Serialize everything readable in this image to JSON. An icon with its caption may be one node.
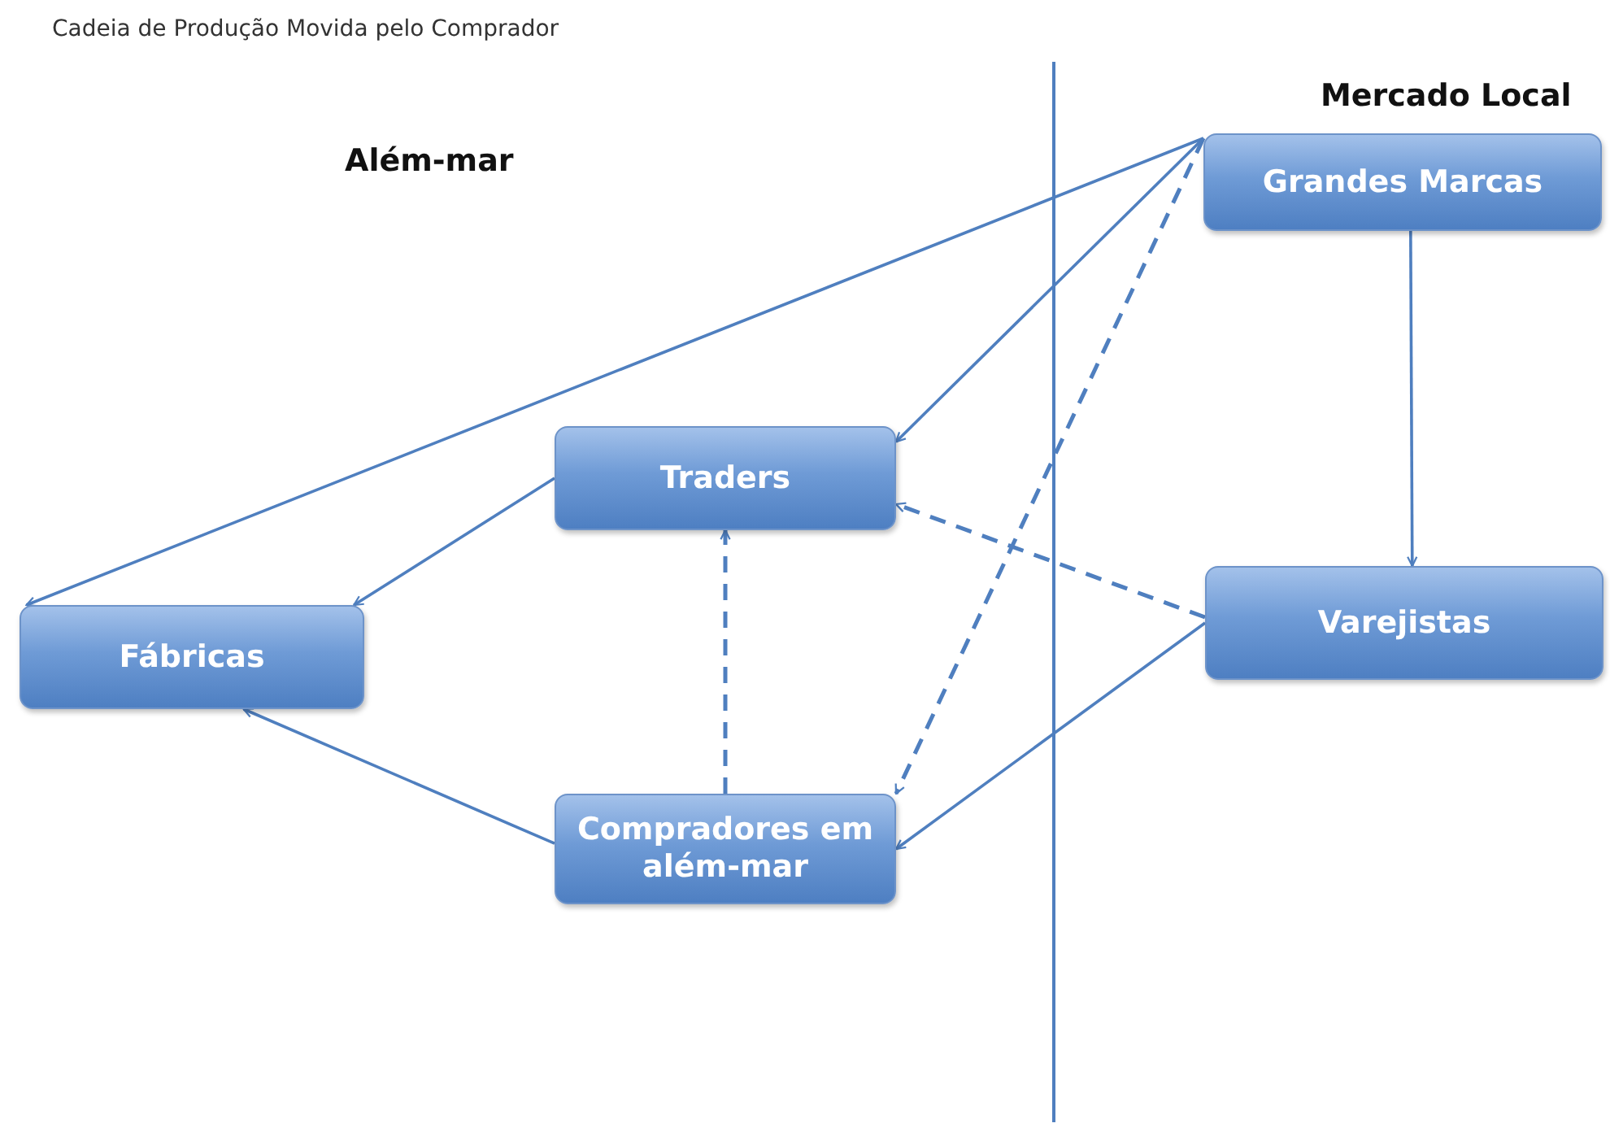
{
  "diagram": {
    "title": "Cadeia de Produção Movida pelo Comprador",
    "nodes": [
      {
        "text": [
          "Grandes Marcas"
        ]
      },
      {
        "text": [
          "Traders"
        ]
      },
      {
        "text": [
          "Varejistas"
        ]
      },
      {
        "text": [
          "Fábricas"
        ]
      },
      {
        "text": [
          "Compradores em além-mar"
        ]
      }
    ],
    "edges": [
      {
        "from": 0,
        "to": 3,
        "arrow": "to"
      },
      {
        "from": 0,
        "to": 1,
        "arrow": "to"
      },
      {
        "from": 0,
        "to": 4,
        "arrow": "to",
        "style": "dashed"
      },
      {
        "from": 0,
        "to": 2,
        "arrow": "to"
      },
      {
        "from": 1,
        "to": 3,
        "arrow": "to"
      },
      {
        "from": 4,
        "to": 1,
        "arrow": "to",
        "style": "dashed"
      },
      {
        "from": 2,
        "to": 1,
        "arrow": "to",
        "style": "dashed"
      },
      {
        "from": 2,
        "to": 4,
        "arrow": "to"
      },
      {
        "from": 4,
        "to": 3,
        "arrow": "to"
      }
    ],
    "labels": [
      "Mercado Local",
      "Além-mar"
    ]
  }
}
